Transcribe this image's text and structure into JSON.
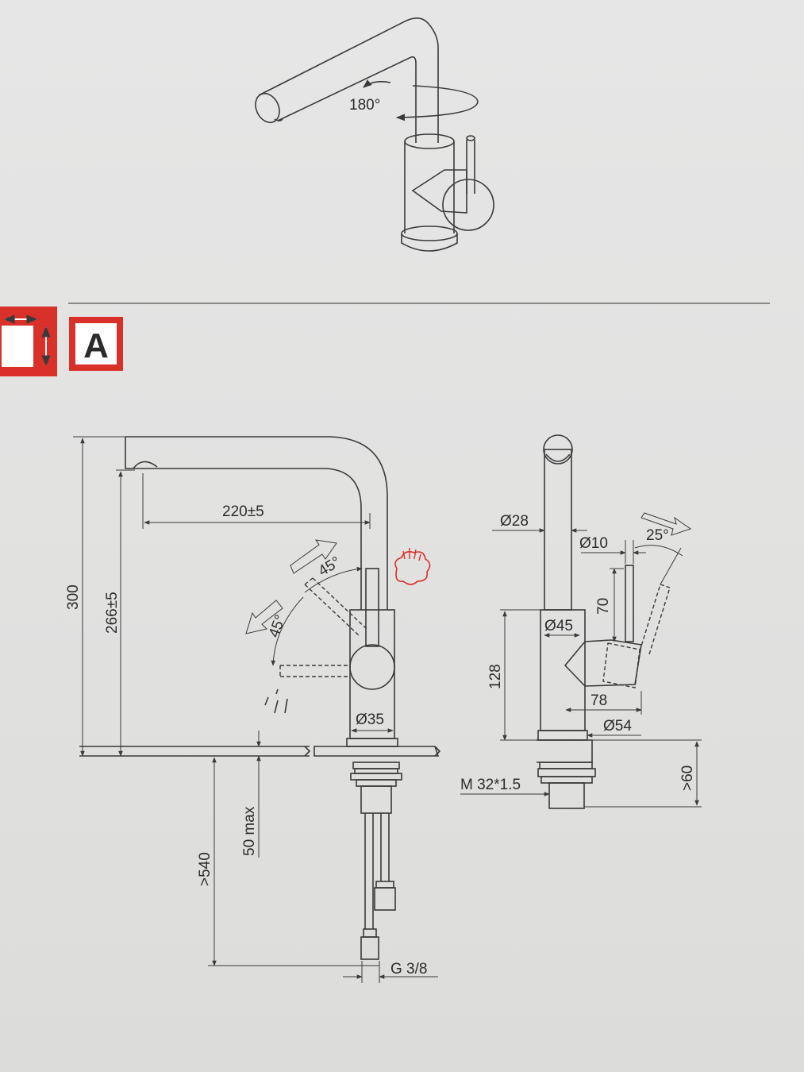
{
  "top_view": {
    "rotation_label": "180°"
  },
  "section": {
    "label": "A",
    "accent_color": "#d9302a",
    "icon": "installation-dimensions-icon"
  },
  "front_view": {
    "height_total": "300",
    "height_spout": "266±5",
    "reach": "220±5",
    "lever_up": "45°",
    "lever_down": "45°",
    "base_diameter": "Ø35",
    "counter_thickness": "50 max",
    "hose_length": ">540",
    "connection": "G 3/8",
    "hot_icon": "hot-water-icon",
    "cold_icon": "cold-water-spray-icon"
  },
  "side_view": {
    "spout_diameter": "Ø28",
    "lever_diameter": "Ø10",
    "lever_angle": "25°",
    "lever_height": "70",
    "body_diameter": "Ø45",
    "body_height": "128",
    "lever_depth": "78",
    "flange_diameter": "Ø54",
    "thread": "M 32*1.5",
    "shank_length": ">60"
  }
}
